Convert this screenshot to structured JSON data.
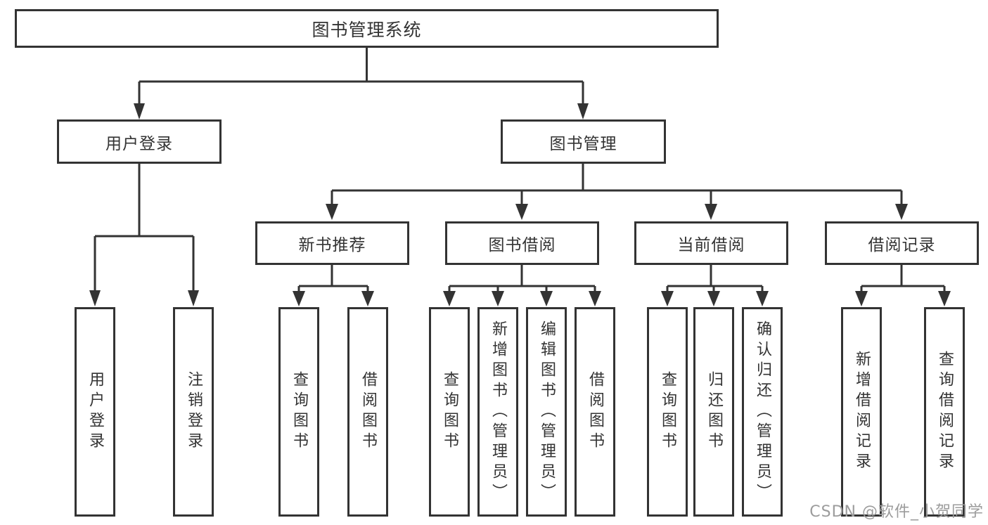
{
  "diagram": {
    "root": {
      "label": "图书管理系统"
    },
    "level2": [
      {
        "label": "用户登录"
      },
      {
        "label": "图书管理"
      }
    ],
    "level3": [
      {
        "label": "新书推荐"
      },
      {
        "label": "图书借阅"
      },
      {
        "label": "当前借阅"
      },
      {
        "label": "借阅记录"
      }
    ],
    "leaves": [
      {
        "label": "用户登录",
        "parent": "用户登录"
      },
      {
        "label": "注销登录",
        "parent": "用户登录"
      },
      {
        "label": "查询图书",
        "parent": "新书推荐"
      },
      {
        "label": "借阅图书",
        "parent": "新书推荐"
      },
      {
        "label": "查询图书",
        "parent": "图书借阅"
      },
      {
        "label": "新增图书（管理员）",
        "parent": "图书借阅"
      },
      {
        "label": "编辑图书（管理员）",
        "parent": "图书借阅"
      },
      {
        "label": "借阅图书",
        "parent": "图书借阅"
      },
      {
        "label": "查询图书",
        "parent": "当前借阅"
      },
      {
        "label": "归还图书",
        "parent": "当前借阅"
      },
      {
        "label": "确认归还（管理员）",
        "parent": "当前借阅"
      },
      {
        "label": "新增借阅记录",
        "parent": "借阅记录"
      },
      {
        "label": "查询借阅记录",
        "parent": "借阅记录"
      }
    ]
  },
  "watermark": {
    "text": "CSDN @软件_小贺同学"
  },
  "colors": {
    "line": "#333333",
    "box_border": "#333333",
    "text": "#333333",
    "watermark_text": "#9c9c9c",
    "background": "#ffffff"
  }
}
